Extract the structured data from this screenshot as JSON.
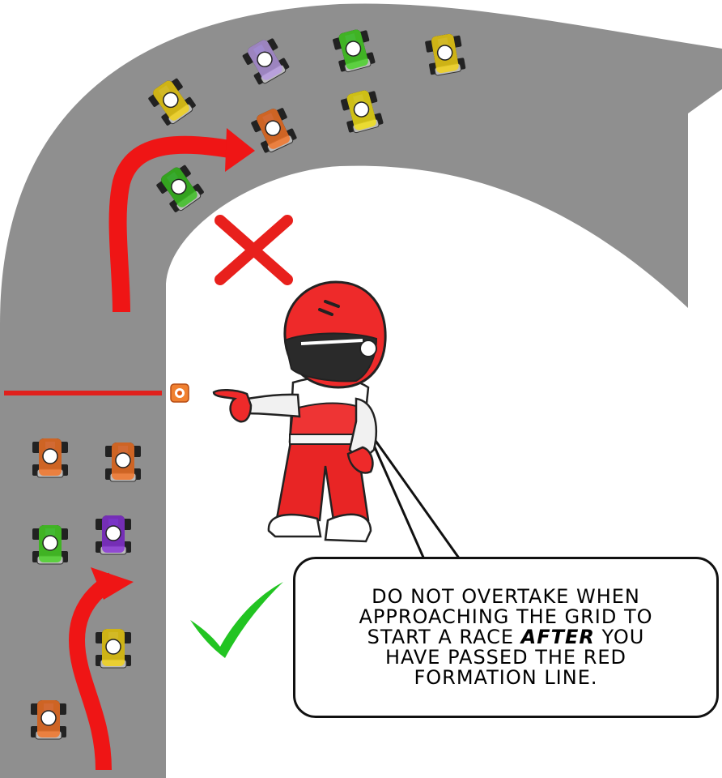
{
  "message": {
    "line1": "DO NOT OVERTAKE WHEN",
    "line2": "APPROACHING THE GRID TO",
    "line3_before": "START A RACE ",
    "line3_emphasis": "AFTER",
    "line3_after": " YOU",
    "line4": "HAVE PASSED THE RED",
    "line5": "FORMATION LINE."
  },
  "colors": {
    "track": "#8f8f8f",
    "formation_line": "#e0201c",
    "arrow": "#ef1515",
    "cross": "#e8201c",
    "tick": "#22c422",
    "suit": "#e82525"
  },
  "markers": {
    "wrong_icon": "cross-icon",
    "right_icon": "check-icon",
    "line_marker_icon": "target-icon"
  },
  "karts": {
    "top_section": [
      "yellow",
      "purple",
      "green",
      "yellow",
      "orange",
      "yellow",
      "green"
    ],
    "bottom_section": [
      "orange",
      "orange",
      "green",
      "purple",
      "yellow",
      "orange"
    ]
  }
}
